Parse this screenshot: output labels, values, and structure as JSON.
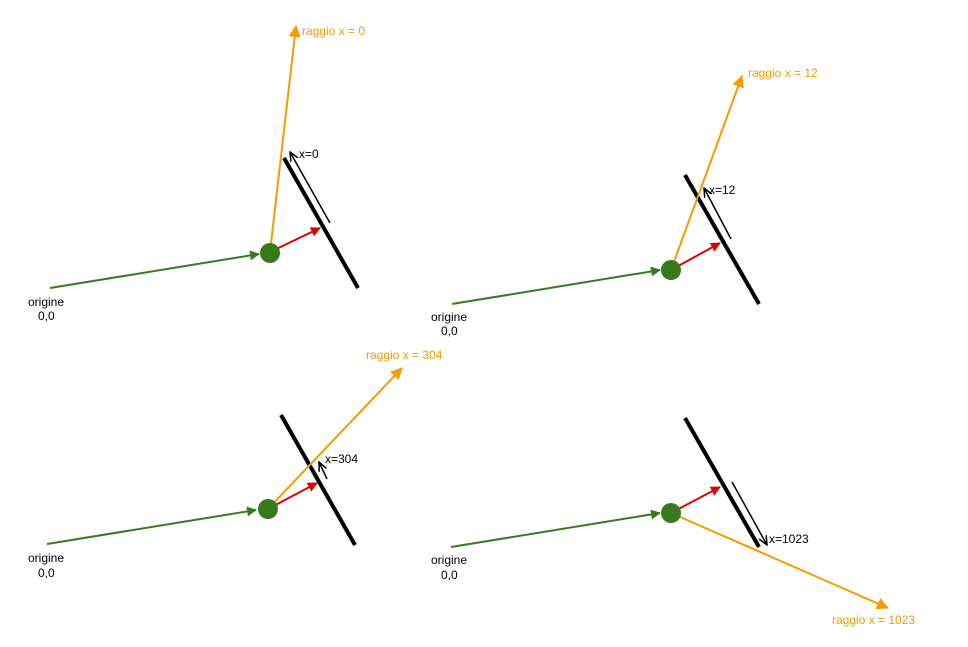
{
  "colors": {
    "camera_vector": "#3a7a1f",
    "direction_vector": "#e00000",
    "ray": "#f59b00",
    "screen": "#000000",
    "point": "#3a7a1f"
  },
  "panels": [
    {
      "origin_label": "origine",
      "origin_coords": "0,0",
      "x_label": "x=0",
      "ray_label": "raggio x = 0"
    },
    {
      "origin_label": "origine",
      "origin_coords": "0,0",
      "x_label": "x=12",
      "ray_label": "raggio x = 12"
    },
    {
      "origin_label": "origine",
      "origin_coords": "0,0",
      "x_label": "x=304",
      "ray_label": "raggio x = 304"
    },
    {
      "origin_label": "origine",
      "origin_coords": "0,0",
      "x_label": "x=1023",
      "ray_label": "raggio x = 1023"
    }
  ]
}
